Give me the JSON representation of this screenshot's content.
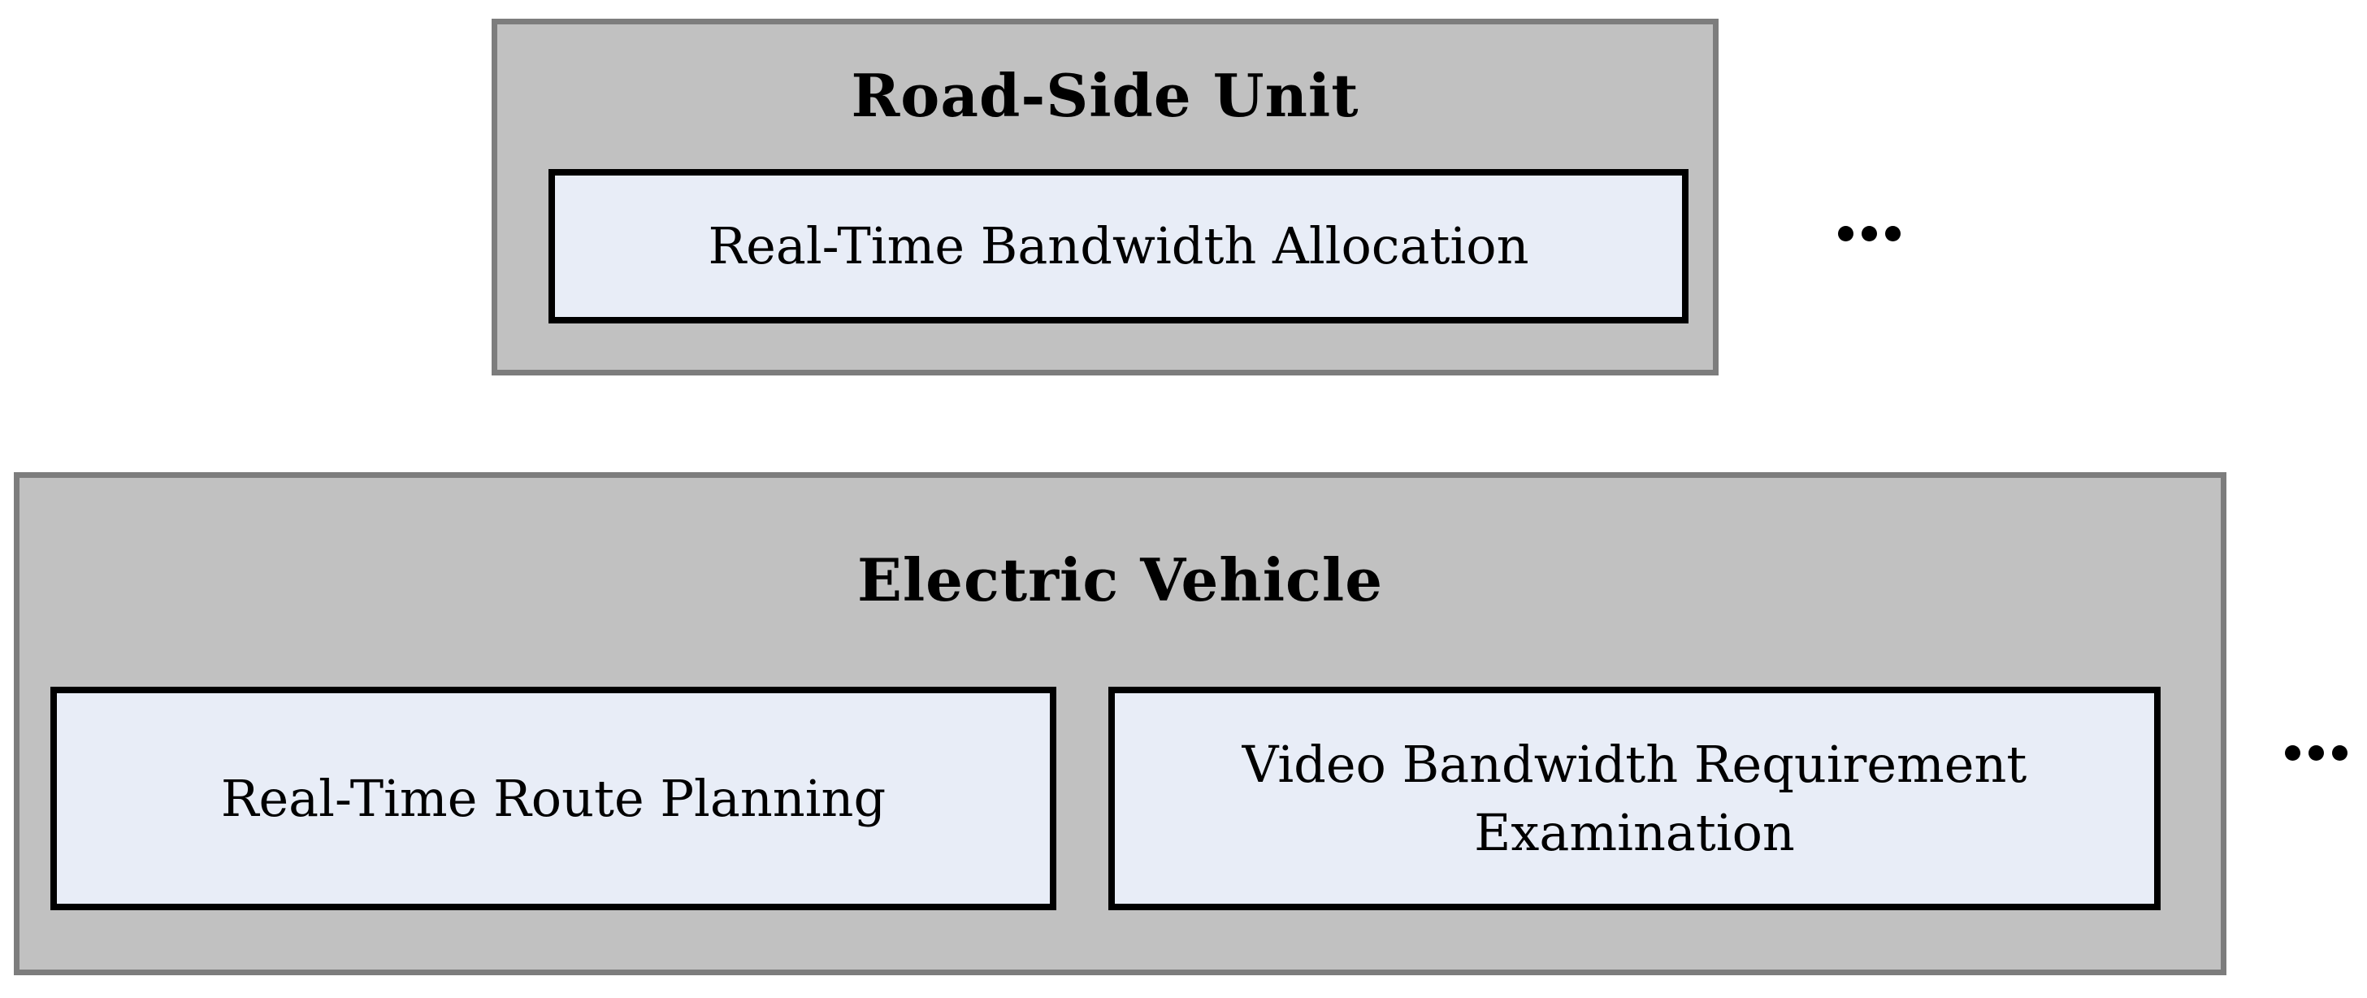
{
  "colors": {
    "background": "#ffffff",
    "container_fill": "#c1c1c1",
    "container_border": "#7d7d7d",
    "module_fill": "#e8edf7",
    "module_border": "#000000",
    "text": "#000000"
  },
  "icons": {
    "rsu_more": "ellipsis-icon",
    "ev_more": "ellipsis-icon"
  },
  "diagram": {
    "road_side_unit": {
      "title": "Road-Side Unit",
      "modules": [
        {
          "label": "Real-Time Bandwidth Allocation"
        }
      ]
    },
    "electric_vehicle": {
      "title": "Electric Vehicle",
      "modules": [
        {
          "label": "Real-Time Route Planning"
        },
        {
          "label": "Video Bandwidth Requirement Examination"
        }
      ]
    }
  }
}
